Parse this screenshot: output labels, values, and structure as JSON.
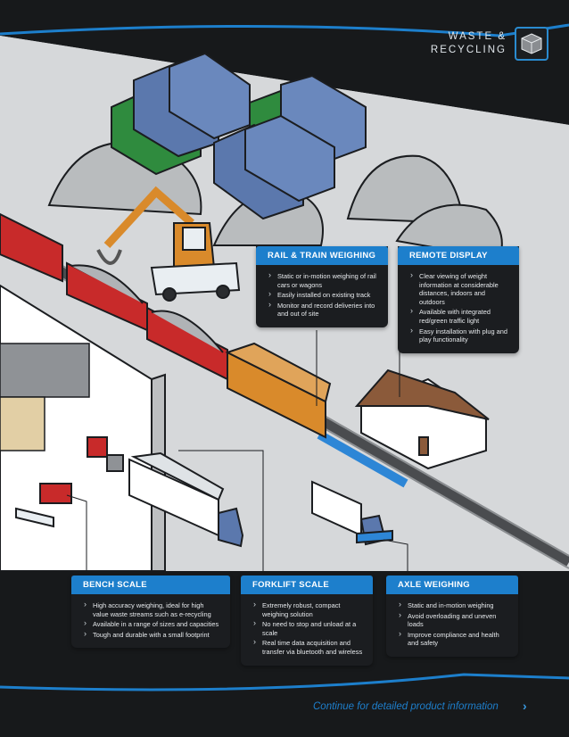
{
  "brand": {
    "line1": "WASTE &",
    "line2": "RECYCLING",
    "icon": "recycling-cube-icon"
  },
  "colors": {
    "accent_blue": "#1d7fcc",
    "card_bg": "#1b1d20",
    "header_dark": "#17191b",
    "footer_link": "#1e7fcc"
  },
  "cards": {
    "rail": {
      "title": "RAIL & TRAIN WEIGHING",
      "items": [
        "Static or in-motion weighing of rail cars or wagons",
        "Easily installed on existing track",
        "Monitor and record deliveries into and out of site"
      ]
    },
    "remote": {
      "title": "REMOTE DISPLAY",
      "items": [
        "Clear viewing of weight information at considerable distances, indoors and outdoors",
        "Available with integrated red/green traffic light",
        "Easy installation with plug and play functionality"
      ]
    },
    "bench": {
      "title": "BENCH SCALE",
      "items": [
        "High accuracy weighing, ideal for high value waste streams such as e-recycling",
        "Available in a range of sizes and capacities",
        "Tough and durable with a small footprint"
      ]
    },
    "forklift": {
      "title": "FORKLIFT SCALE",
      "items": [
        "Extremely robust, compact weighing solution",
        "No need to stop and unload at a scale",
        "Real time data acquisition and transfer via bluetooth and wireless"
      ]
    },
    "axle": {
      "title": "AXLE WEIGHING",
      "items": [
        "Static and in-motion weighing",
        "Avoid overloading and uneven loads",
        "Improve compliance and health and safety"
      ]
    }
  },
  "footer": {
    "link_text": "Continue for detailed product information",
    "arrow": "›"
  }
}
